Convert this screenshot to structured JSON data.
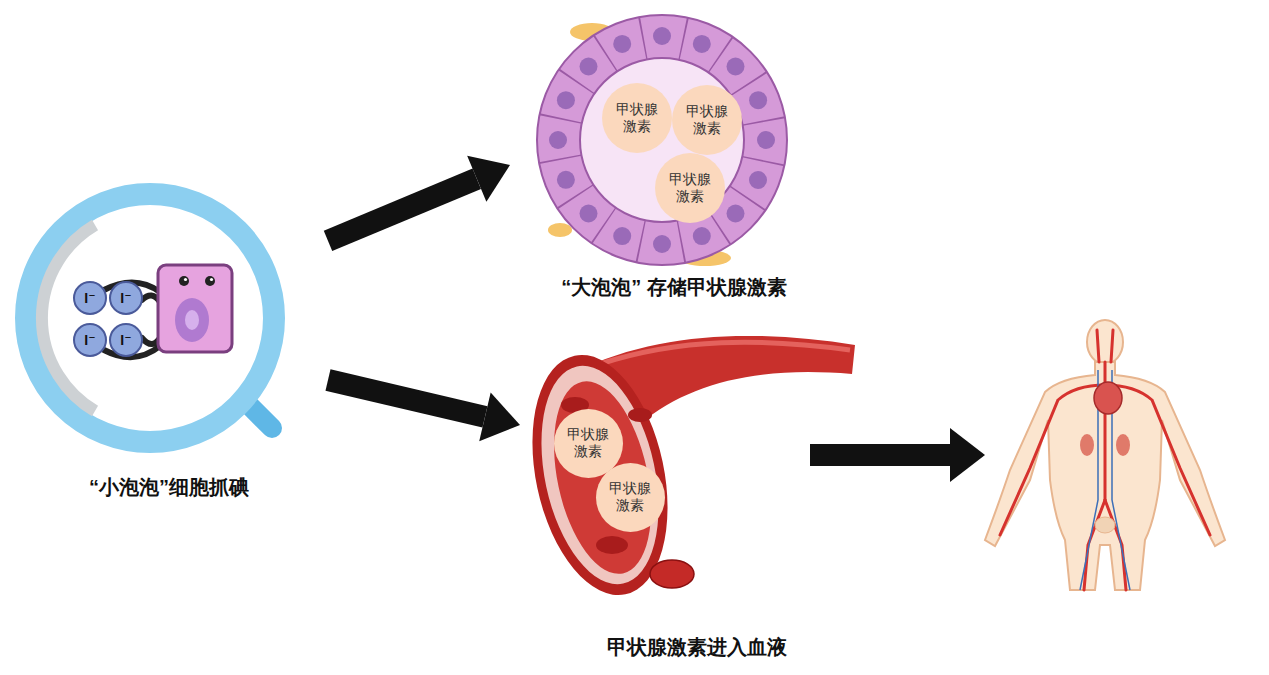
{
  "diagram": {
    "nodes": [
      {
        "text": [
          "“小泡泡”细胞抓碘"
        ]
      },
      {
        "text": [
          "“大泡泡” 存储甲状腺激素"
        ]
      },
      {
        "text": [
          "甲状腺 激素"
        ],
        "in": 1
      },
      {
        "text": [
          "甲状腺 激素"
        ],
        "in": 1
      },
      {
        "text": [
          "甲状腺 激素"
        ],
        "in": 1
      },
      {
        "text": [
          "甲状腺激素进入血液"
        ]
      },
      {
        "text": [
          "甲状腺 激素"
        ],
        "in": 5
      },
      {
        "text": [
          "甲状腺 激素"
        ],
        "in": 5
      }
    ],
    "edges": [
      {
        "from": 0,
        "to": 1,
        "arrow": "to"
      },
      {
        "from": 0,
        "to": 5,
        "arrow": "to"
      }
    ],
    "labels": [
      "I⁻",
      "I⁻",
      "I⁻",
      "I⁻"
    ]
  }
}
